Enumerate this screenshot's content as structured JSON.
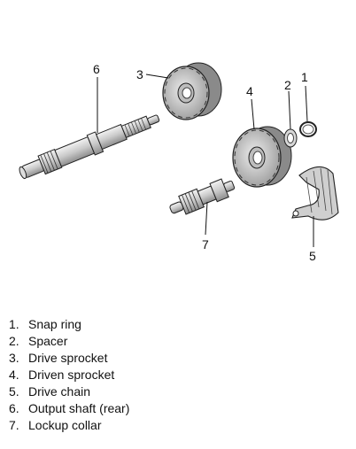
{
  "callouts": [
    "1",
    "2",
    "3",
    "4",
    "5",
    "6",
    "7"
  ],
  "legend": [
    {
      "num": "1.",
      "label": "Snap ring"
    },
    {
      "num": "2.",
      "label": "Spacer"
    },
    {
      "num": "3.",
      "label": "Drive sprocket"
    },
    {
      "num": "4.",
      "label": "Driven sprocket"
    },
    {
      "num": "5.",
      "label": "Drive chain"
    },
    {
      "num": "6.",
      "label": "Output shaft (rear)"
    },
    {
      "num": "7.",
      "label": "Lockup collar"
    }
  ]
}
